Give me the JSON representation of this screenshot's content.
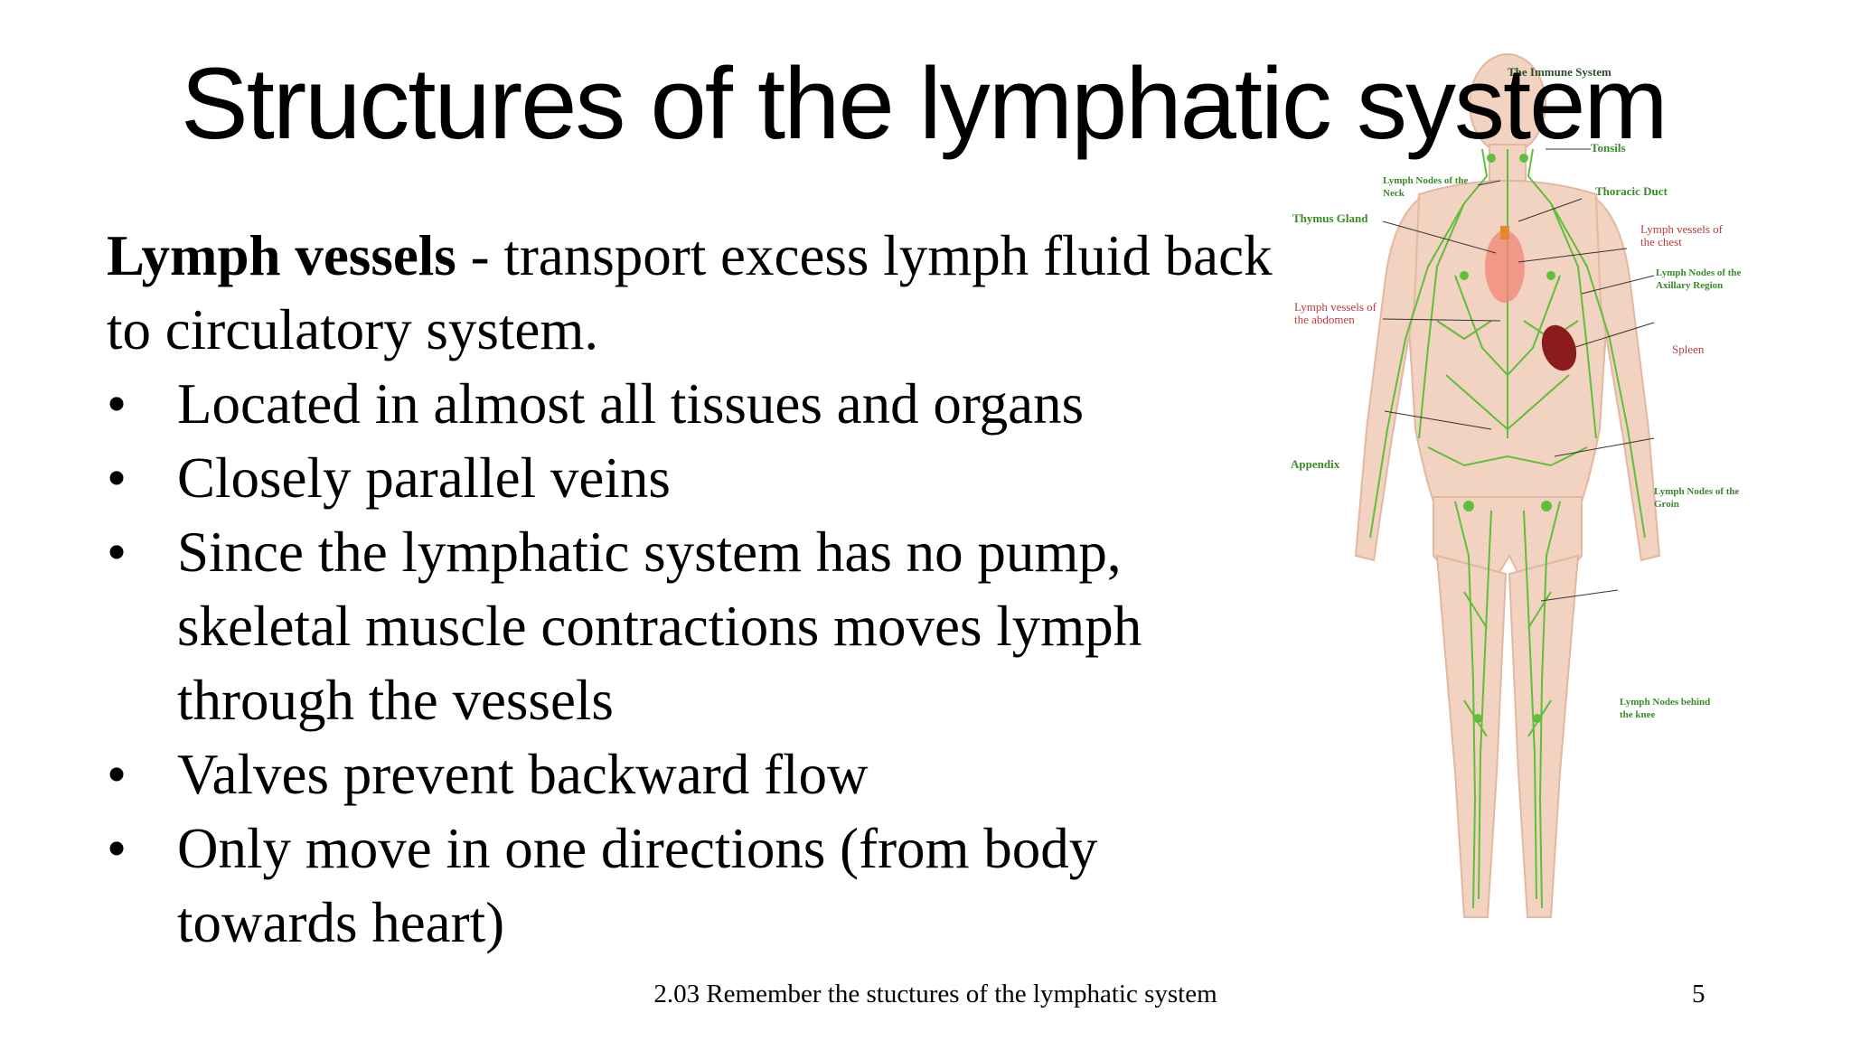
{
  "slide": {
    "title": "Structures of  the lymphatic system",
    "lead_term": "Lymph vessels",
    "lead_rest": " - transport excess lymph fluid back to circulatory system.",
    "bullets": [
      "Located in almost all tissues and organs",
      "Closely parallel veins",
      "Since the lymphatic system has no pump, skeletal muscle contractions moves lymph through the vessels",
      "Valves prevent backward flow",
      "Only move in one directions (from body towards heart)"
    ],
    "bullet_glyph": "•",
    "footer": "2.03 Remember the stuctures of the lymphatic system",
    "page_number": "5"
  },
  "figure": {
    "caption": "The Immune System",
    "labels": {
      "tonsils": "Tonsils",
      "nodes_neck": "Lymph Nodes of the Neck",
      "thoracic_duct": "Thoracic Duct",
      "thymus": "Thymus Gland",
      "vessels_chest": "Lymph vessels of the chest",
      "nodes_axillary": "Lymph Nodes of the Axillary Region",
      "vessels_abdomen": "Lymph vessels of the abdomen",
      "spleen": "Spleen",
      "appendix": "Appendix",
      "nodes_groin": "Lymph Nodes of the Groin",
      "nodes_knee": "Lymph Nodes behind the knee"
    },
    "colors": {
      "skin": "#f2d2c0",
      "vessel": "#5fbf3a",
      "spleen": "#8b1c1c",
      "label_red": "#c03a3a",
      "label_green": "#3a8a2a"
    }
  }
}
